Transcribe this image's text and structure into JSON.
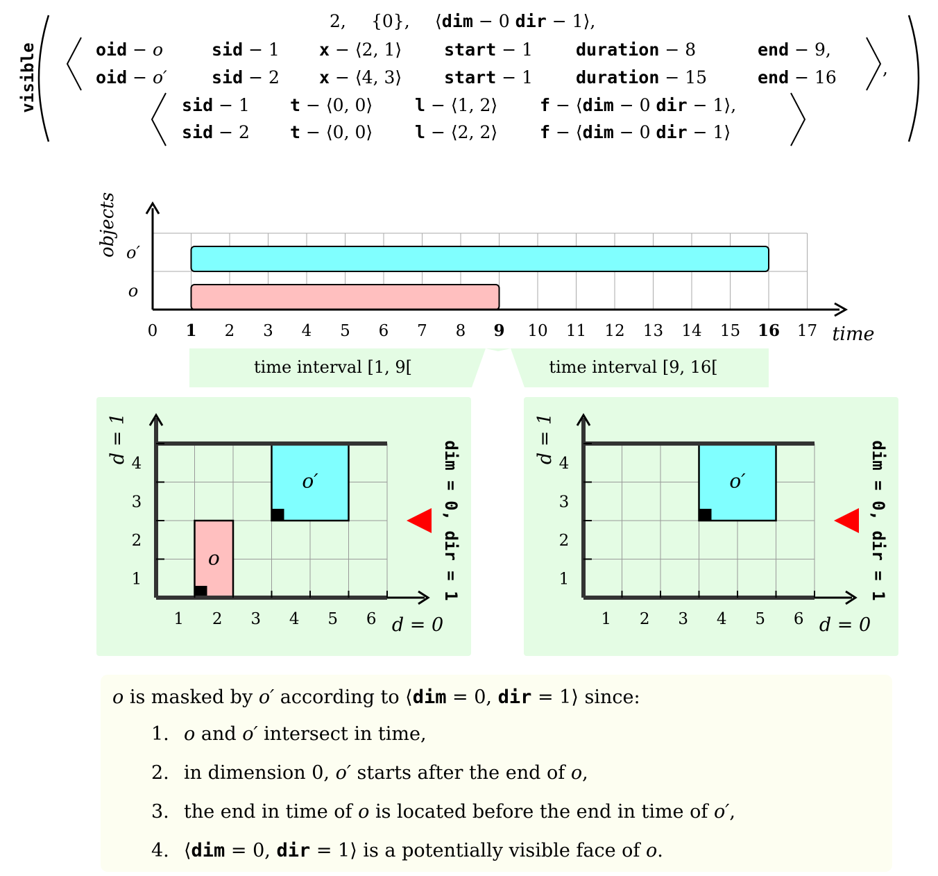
{
  "constraint": {
    "name": "visible",
    "header": {
      "k": "2,",
      "dims": "{0},",
      "face": [
        "dim",
        "−",
        "0",
        "dir",
        "−",
        "1"
      ]
    },
    "objects": [
      {
        "oid_key": "oid",
        "oid_val": "o",
        "sid_key": "sid",
        "sid_val": "1",
        "x_key": "x",
        "x_val": "⟨2, 1⟩",
        "start_key": "start",
        "start_val": "1",
        "duration_key": "duration",
        "duration_val": "8",
        "end_key": "end",
        "end_val": "9,"
      },
      {
        "oid_key": "oid",
        "oid_val": "o′",
        "sid_key": "sid",
        "sid_val": "2",
        "x_key": "x",
        "x_val": "⟨4, 3⟩",
        "start_key": "start",
        "start_val": "1",
        "duration_key": "duration",
        "duration_val": "15",
        "end_key": "end",
        "end_val": "16"
      }
    ],
    "shapes": [
      {
        "sid_key": "sid",
        "sid_val": "1",
        "t_key": "t",
        "t_val": "⟨0, 0⟩",
        "l_key": "l",
        "l_val": "⟨1, 2⟩",
        "f_key": "f",
        "f_dim": "dim",
        "f_dim_val": "0",
        "f_dir": "dir",
        "f_dir_val": "1⟩,"
      },
      {
        "sid_key": "sid",
        "sid_val": "2",
        "t_key": "t",
        "t_val": "⟨0, 0⟩",
        "l_key": "l",
        "l_val": "⟨2, 2⟩",
        "f_key": "f",
        "f_dim": "dim",
        "f_dim_val": "0",
        "f_dir": "dir",
        "f_dir_val": "1⟩"
      }
    ],
    "trailing_comma": ","
  },
  "timeline": {
    "y_label": "objects",
    "x_label": "time",
    "ticks": [
      "0",
      "1",
      "2",
      "3",
      "4",
      "5",
      "6",
      "7",
      "8",
      "9",
      "10",
      "11",
      "12",
      "13",
      "14",
      "15",
      "16",
      "17"
    ],
    "bold_ticks": [
      "1",
      "9",
      "16"
    ],
    "rows": [
      {
        "label": "o′",
        "start": 1,
        "end": 16,
        "color": "#80ffff"
      },
      {
        "label": "o",
        "start": 1,
        "end": 9,
        "color": "#ffbfbf"
      }
    ],
    "intervals": [
      {
        "label_prefix": "time interval ",
        "label_range": "[1, 9["
      },
      {
        "label_prefix": "time interval ",
        "label_range": "[9, 16["
      }
    ]
  },
  "panels": [
    {
      "x_label": "d = 0",
      "y_label": "d = 1",
      "x_ticks": [
        "1",
        "2",
        "3",
        "4",
        "5",
        "6"
      ],
      "y_ticks": [
        "1",
        "2",
        "3",
        "4"
      ],
      "face_label": "dim = 0, dir = 1",
      "boxes": [
        {
          "label": "o",
          "x": 1,
          "y": 0,
          "w": 1,
          "h": 2,
          "color": "#ffbfbf"
        },
        {
          "label": "o′",
          "x": 3,
          "y": 2,
          "w": 2,
          "h": 2,
          "color": "#80ffff"
        }
      ]
    },
    {
      "x_label": "d = 0",
      "y_label": "d = 1",
      "x_ticks": [
        "1",
        "2",
        "3",
        "4",
        "5",
        "6"
      ],
      "y_ticks": [
        "1",
        "2",
        "3",
        "4"
      ],
      "face_label": "dim = 0, dir = 1",
      "boxes": [
        {
          "label": "o′",
          "x": 3,
          "y": 2,
          "w": 2,
          "h": 2,
          "color": "#80ffff"
        }
      ]
    }
  ],
  "explanation": {
    "intro_a": "o",
    "intro_b": " is masked by ",
    "intro_c": "o′",
    "intro_d": " according to ⟨",
    "intro_e": "dim",
    "intro_f": " = 0, ",
    "intro_g": "dir",
    "intro_h": " = 1⟩ since:",
    "items": [
      {
        "n": "1.",
        "parts": [
          {
            "t": "o",
            "i": true
          },
          {
            "t": " and "
          },
          {
            "t": "o′",
            "i": true
          },
          {
            "t": " intersect in time,"
          }
        ]
      },
      {
        "n": "2.",
        "parts": [
          {
            "t": "in dimension 0, "
          },
          {
            "t": "o′",
            "i": true
          },
          {
            "t": " starts after the end of "
          },
          {
            "t": "o",
            "i": true
          },
          {
            "t": ","
          }
        ]
      },
      {
        "n": "3.",
        "parts": [
          {
            "t": "the end in time of "
          },
          {
            "t": "o",
            "i": true
          },
          {
            "t": " is located before the end in time of "
          },
          {
            "t": "o′",
            "i": true
          },
          {
            "t": ","
          }
        ]
      },
      {
        "n": "4.",
        "parts": [
          {
            "t": "⟨"
          },
          {
            "t": "dim",
            "m": true
          },
          {
            "t": " = 0, "
          },
          {
            "t": "dir",
            "m": true
          },
          {
            "t": " = 1⟩ is a potentially visible face of "
          },
          {
            "t": "o",
            "i": true
          },
          {
            "t": "."
          }
        ]
      }
    ]
  },
  "colors": {
    "panel_bg": "#e4fce4",
    "o_fill": "#ffbfbf",
    "oprime_fill": "#80ffff",
    "arrow": "#ff0000",
    "explanation_bg": "#fdfef1"
  }
}
